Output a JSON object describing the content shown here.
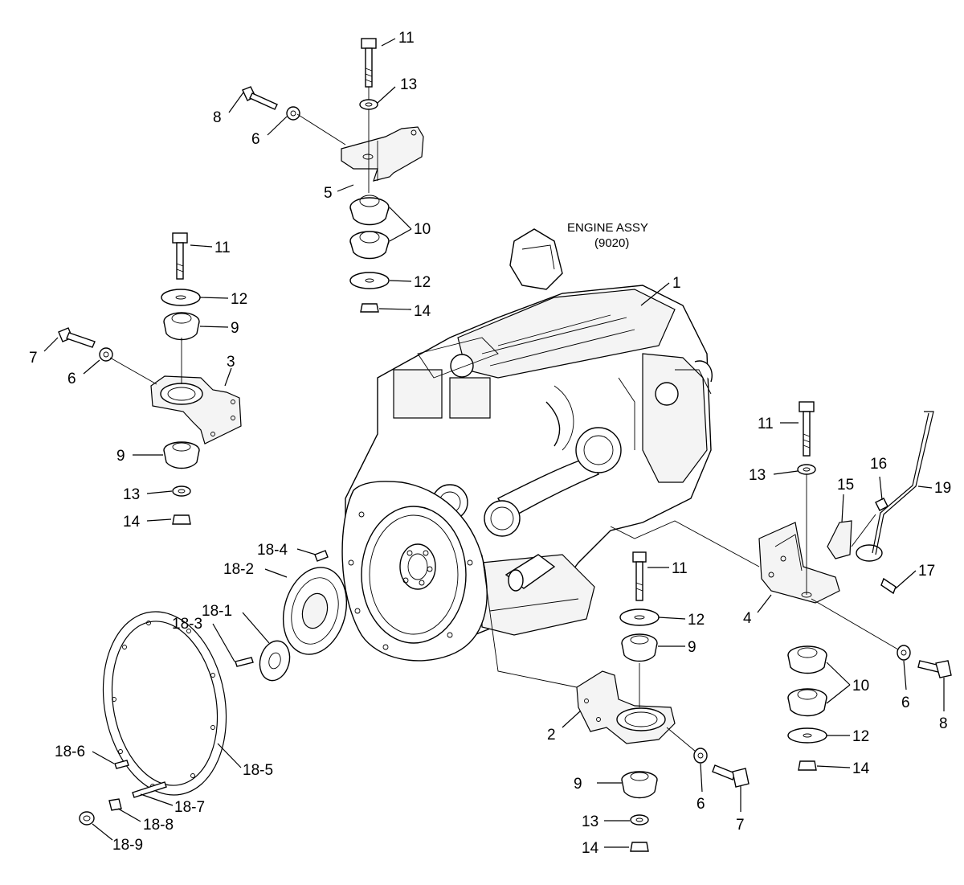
{
  "diagram": {
    "title_line1": "ENGINE ASSY",
    "title_line2": "(9020)",
    "callouts": {
      "c1": "1",
      "c2": "2",
      "c3": "3",
      "c4": "4",
      "c5": "5",
      "c6a": "6",
      "c6b": "6",
      "c6c": "6",
      "c6d": "6",
      "c7a": "7",
      "c7b": "7",
      "c8a": "8",
      "c8b": "8",
      "c9a": "9",
      "c9b": "9",
      "c9c": "9",
      "c9d": "9",
      "c10a": "10",
      "c10b": "10",
      "c11a": "11",
      "c11b": "11",
      "c11c": "11",
      "c11d": "11",
      "c12a": "12",
      "c12b": "12",
      "c12c": "12",
      "c12d": "12",
      "c13a": "13",
      "c13b": "13",
      "c13c": "13",
      "c13d": "13",
      "c14a": "14",
      "c14b": "14",
      "c14c": "14",
      "c14d": "14",
      "c15": "15",
      "c16": "16",
      "c17": "17",
      "c19": "19",
      "c18_1": "18-1",
      "c18_2": "18-2",
      "c18_3": "18-3",
      "c18_4": "18-4",
      "c18_5": "18-5",
      "c18_6": "18-6",
      "c18_7": "18-7",
      "c18_8": "18-8",
      "c18_9": "18-9"
    }
  }
}
